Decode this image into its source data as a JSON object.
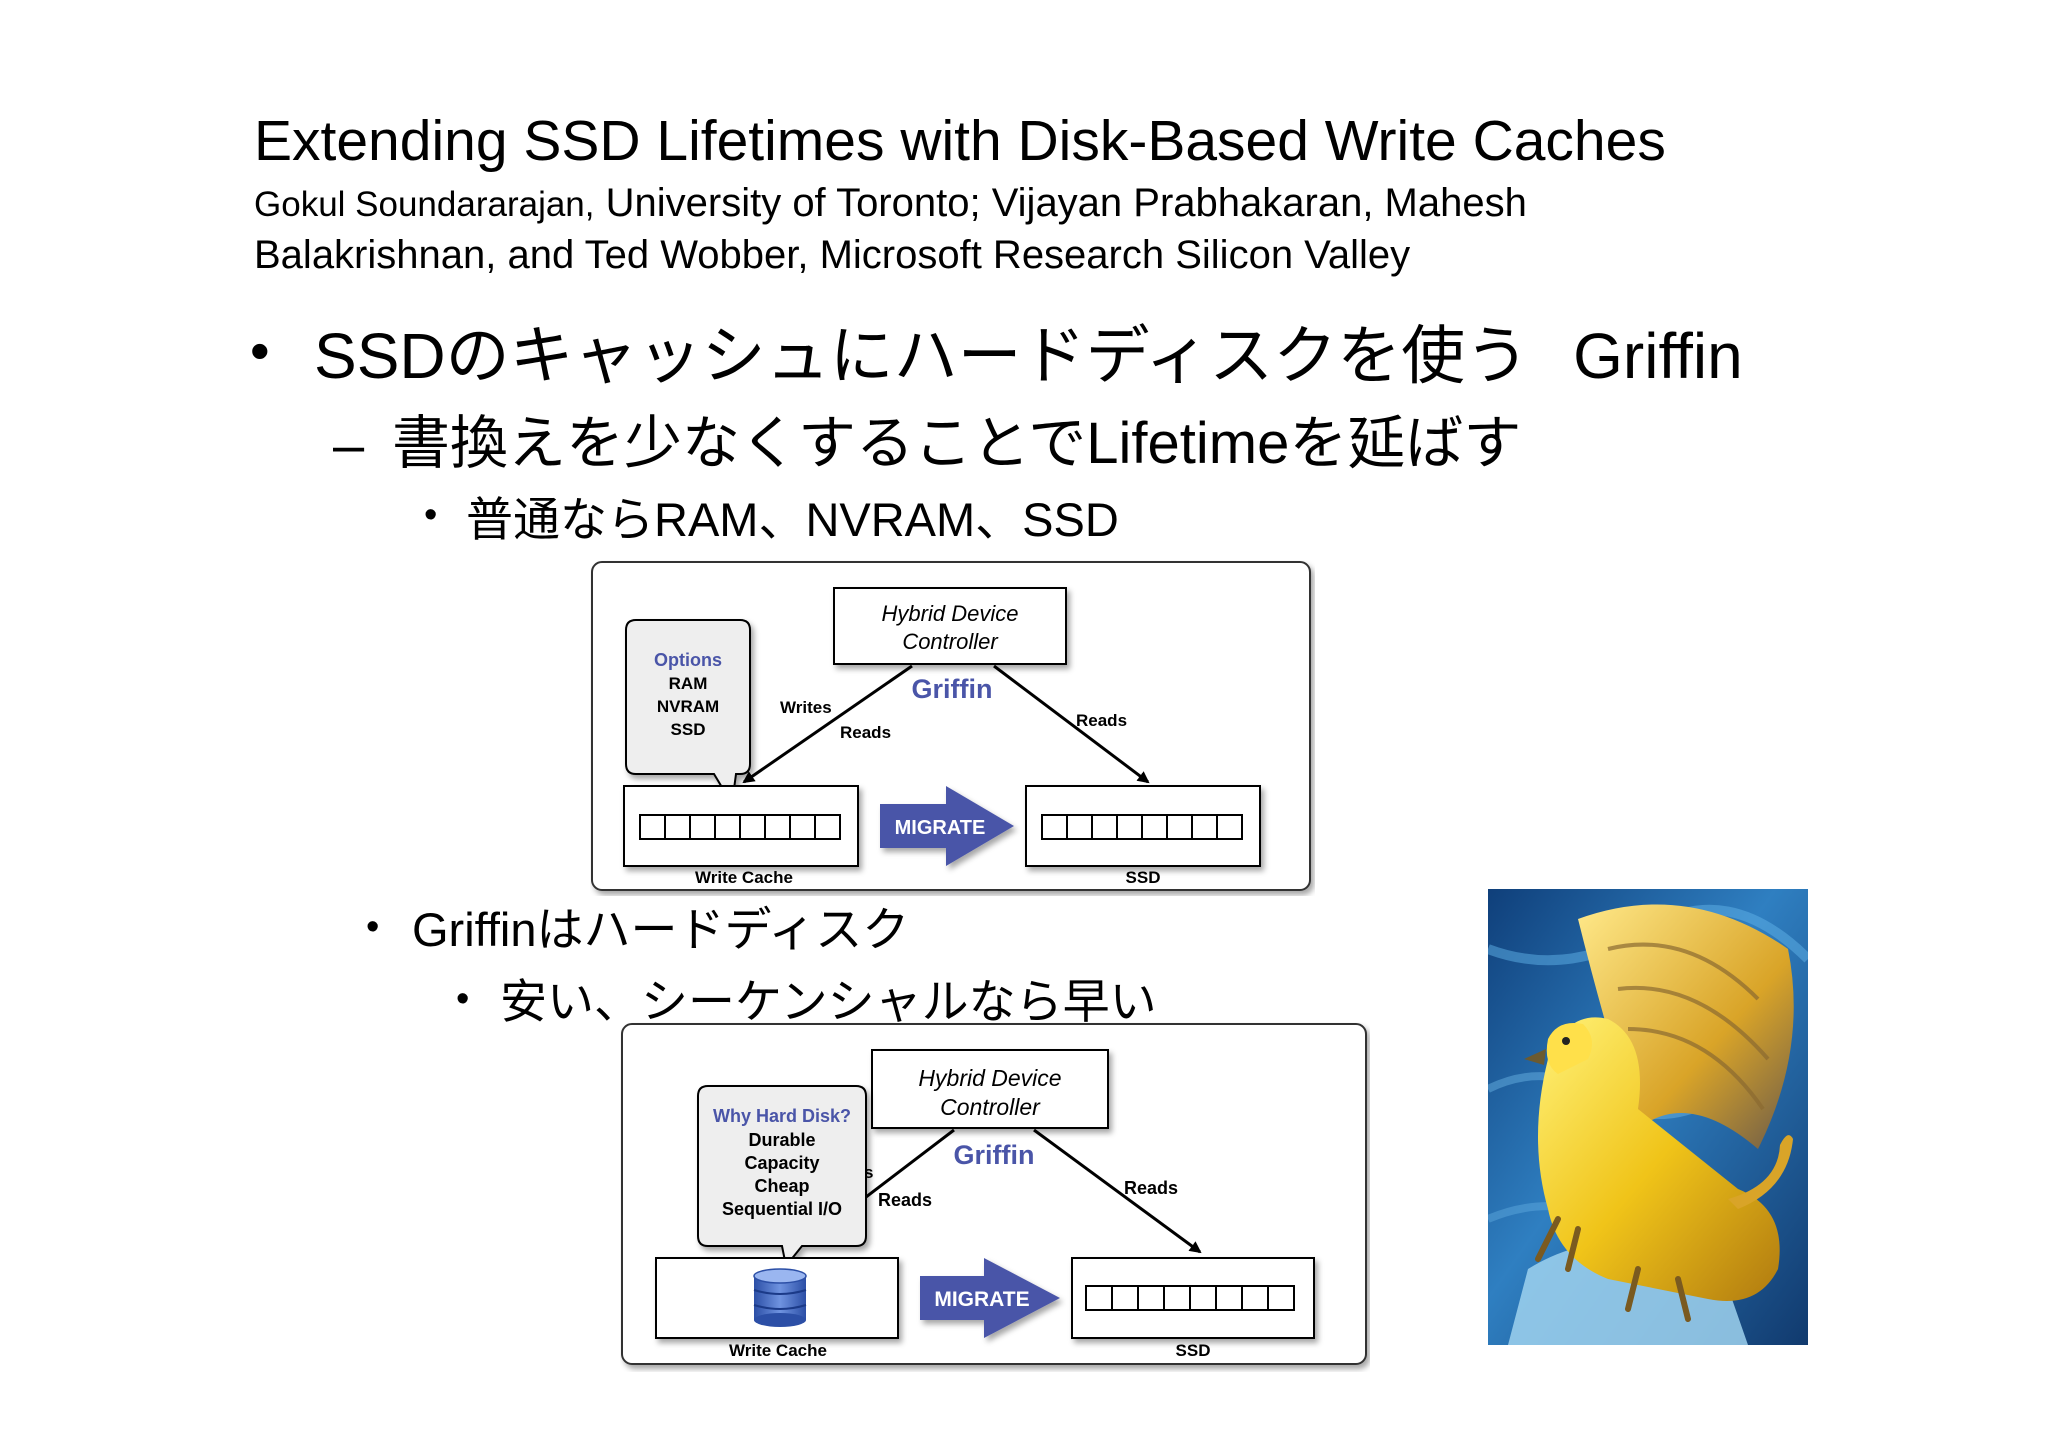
{
  "paper": {
    "title": "Extending SSD Lifetimes with Disk-Based Write Caches",
    "authors_line1_name": "Gokul Soundararajan,",
    "authors_line1_rest": " University of Toronto; Vijayan Prabhakaran, Mahesh",
    "authors_line2": "Balakrishnan, and Ted Wobber, Microsoft Research Silicon Valley"
  },
  "bullets": {
    "level1_text": "SSDのキャッシュにハードディスクを使う",
    "level1_suffix": "Griffin",
    "level2_text": "書換えを少なくすることでLifetimeを延ばす",
    "level3_text": "普通ならRAM、NVRAM、SSD",
    "level4_text": "Griffinはハードディスク",
    "level5_text": "安い、シーケンシャルなら早い"
  },
  "diagram1": {
    "controller_line1": "Hybrid Device",
    "controller_line2": "Controller",
    "griffin_label": "Griffin",
    "callout_title": "Options",
    "callout_items": [
      "RAM",
      "NVRAM",
      "SSD"
    ],
    "writes_label": "Writes",
    "reads_left_label": "Reads",
    "reads_right_label": "Reads",
    "migrate_label": "MIGRATE",
    "left_box_label": "Write Cache",
    "right_box_label": "SSD"
  },
  "diagram2": {
    "controller_line1": "Hybrid Device",
    "controller_line2": "Controller",
    "griffin_label": "Griffin",
    "callout_title": "Why Hard Disk?",
    "callout_items": [
      "Durable",
      "Capacity",
      "Cheap",
      "Sequential I/O"
    ],
    "writes_fragment": "s",
    "reads_left_label": "Reads",
    "reads_right_label": "Reads",
    "migrate_label": "MIGRATE",
    "left_box_label": "Write Cache",
    "right_box_label": "SSD"
  },
  "colors": {
    "accent_blue": "#4a55a8",
    "callout_bg": "#eeeeee"
  },
  "icons": {
    "bullet": "bullet-dot",
    "disk": "database-icon"
  }
}
